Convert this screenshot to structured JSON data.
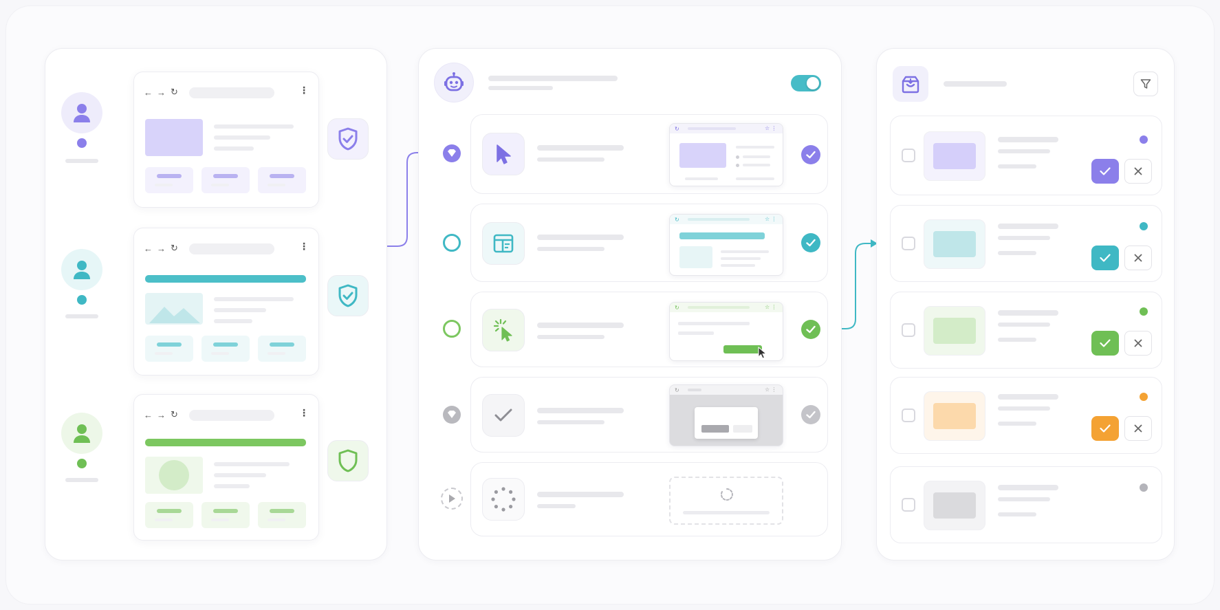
{
  "colors": {
    "purple": "#8b7fea",
    "teal": "#3fb8c4",
    "green": "#6fbf55",
    "orange": "#f4a233",
    "gray": "#b4b4ba"
  },
  "users": [
    {
      "color": "purple",
      "icon": "user-icon",
      "shield": "shield-check-icon"
    },
    {
      "color": "teal",
      "icon": "user-icon",
      "shield": "shield-check-icon"
    },
    {
      "color": "green",
      "icon": "user-icon",
      "shield": "shield-icon"
    }
  ],
  "agent": {
    "icon": "robot-icon",
    "toggle_on": true,
    "steps": [
      {
        "icon": "cursor-icon",
        "color": "purple",
        "status": "done"
      },
      {
        "icon": "layout-icon",
        "color": "teal",
        "status": "done"
      },
      {
        "icon": "click-icon",
        "color": "green",
        "status": "done"
      },
      {
        "icon": "check-icon",
        "color": "gray",
        "status": "done"
      },
      {
        "icon": "loading-icon",
        "color": "gray",
        "status": "pending"
      }
    ]
  },
  "review": {
    "icon": "inbox-icon",
    "filter_icon": "filter-icon",
    "items": [
      {
        "color": "purple",
        "actions": true
      },
      {
        "color": "teal",
        "actions": true
      },
      {
        "color": "green",
        "actions": true
      },
      {
        "color": "orange",
        "actions": true
      },
      {
        "color": "gray",
        "actions": false
      }
    ]
  }
}
